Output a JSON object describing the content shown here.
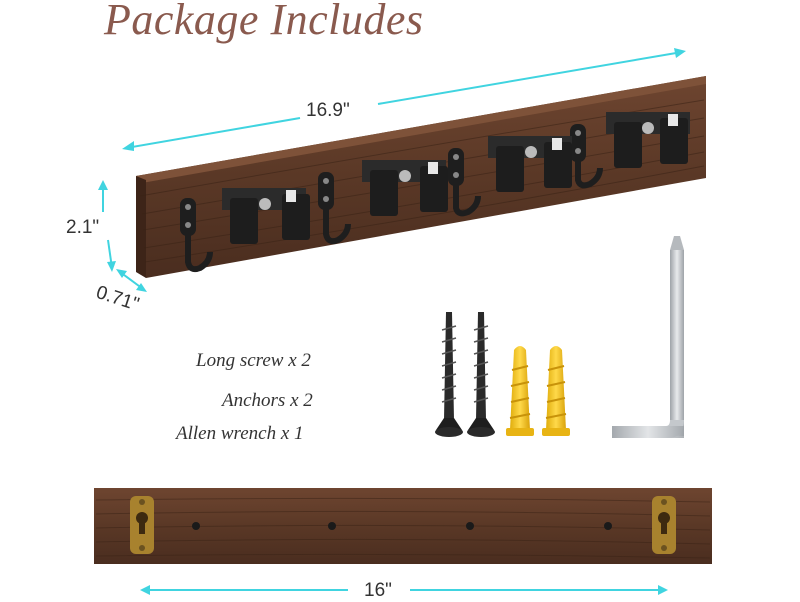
{
  "title": "Package Includes",
  "dimensions": {
    "length_top": "16.9\"",
    "height": "2.1\"",
    "depth": "0.71\"",
    "length_bottom": "16\""
  },
  "items": [
    {
      "label": "Long screw x 2"
    },
    {
      "label": "Anchors x 2"
    },
    {
      "label": "Allen wrench x 1"
    }
  ],
  "colors": {
    "wood": "#5b3a26",
    "wood_light": "#7a4e35",
    "arrow": "#40d4e0",
    "title": "#8a5a4e",
    "anchor": "#f2c21b",
    "screw": "#2a2a2a",
    "wrench": "#c9ccd0",
    "bracket": "#a8822e"
  }
}
